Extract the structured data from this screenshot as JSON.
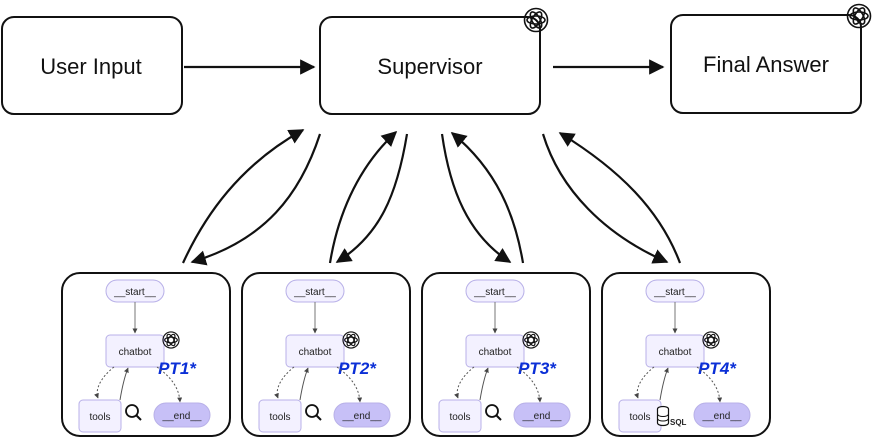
{
  "nodes": {
    "user_input": "User Input",
    "supervisor": "Supervisor",
    "final_answer": "Final Answer"
  },
  "subgraph_node_labels": {
    "start": "__start__",
    "chatbot": "chatbot",
    "tools": "tools",
    "end": "__end__"
  },
  "subgraphs": [
    {
      "label": "PT1*",
      "tool_icon": "magnifier-icon",
      "tool_icon_text": ""
    },
    {
      "label": "PT2*",
      "tool_icon": "magnifier-icon",
      "tool_icon_text": ""
    },
    {
      "label": "PT3*",
      "tool_icon": "magnifier-icon",
      "tool_icon_text": ""
    },
    {
      "label": "PT4*",
      "tool_icon": "database-icon",
      "tool_icon_text": "SQL"
    }
  ],
  "icons": {
    "llm": "openai-logo-icon"
  },
  "colors": {
    "node_stroke": "#111111",
    "pill_fill": "#f3f1ff",
    "pill_stroke": "#b8b0e8",
    "end_fill": "#c7c0f7",
    "pt_label": "#0b2fd6"
  }
}
